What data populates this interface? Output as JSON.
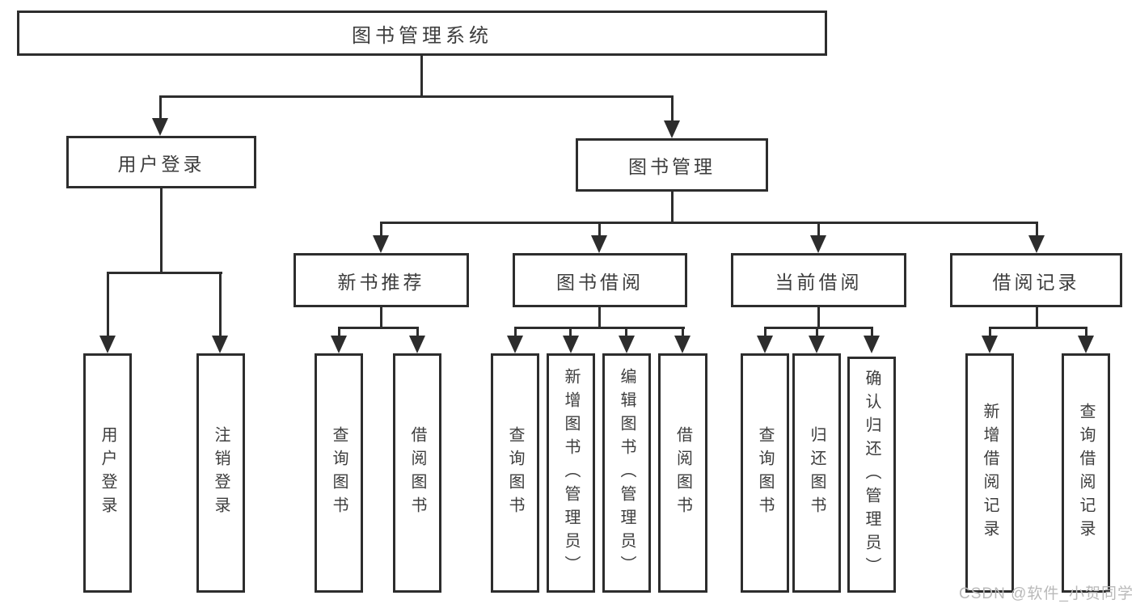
{
  "diagram": {
    "root": {
      "label": "图书管理系统"
    },
    "level1": {
      "user_login": {
        "label": "用户登录"
      },
      "book_mgmt": {
        "label": "图书管理"
      }
    },
    "level2": {
      "new_book_rec": {
        "label": "新书推荐"
      },
      "book_borrow": {
        "label": "图书借阅"
      },
      "current_borrow": {
        "label": "当前借阅"
      },
      "borrow_record": {
        "label": "借阅记录"
      }
    },
    "leaves": {
      "user_login_leaf": {
        "label": "用户登录"
      },
      "logout_leaf": {
        "label": "注销登录"
      },
      "rec_query_book": {
        "label": "查询图书"
      },
      "rec_borrow_book": {
        "label": "借阅图书"
      },
      "bb_query_book": {
        "label": "查询图书"
      },
      "bb_add_book": {
        "label": "新增图书（管理员）"
      },
      "bb_edit_book": {
        "label": "编辑图书（管理员）"
      },
      "bb_borrow_book": {
        "label": "借阅图书"
      },
      "cb_query_book": {
        "label": "查询图书"
      },
      "cb_return_book": {
        "label": "归还图书"
      },
      "cb_confirm_return": {
        "label": "确认归还（管理员）"
      },
      "br_add_record": {
        "label": "新增借阅记录"
      },
      "br_query_record": {
        "label": "查询借阅记录"
      }
    },
    "watermark": {
      "text": "CSDN @软件_小贺同学"
    },
    "colors": {
      "line": "#2d2d2d",
      "border": "#2d2d2d",
      "text": "#3d3d3d",
      "box_background": "#ffffff",
      "page_background": "#ffffff",
      "watermark": "#b9b9b9"
    }
  }
}
